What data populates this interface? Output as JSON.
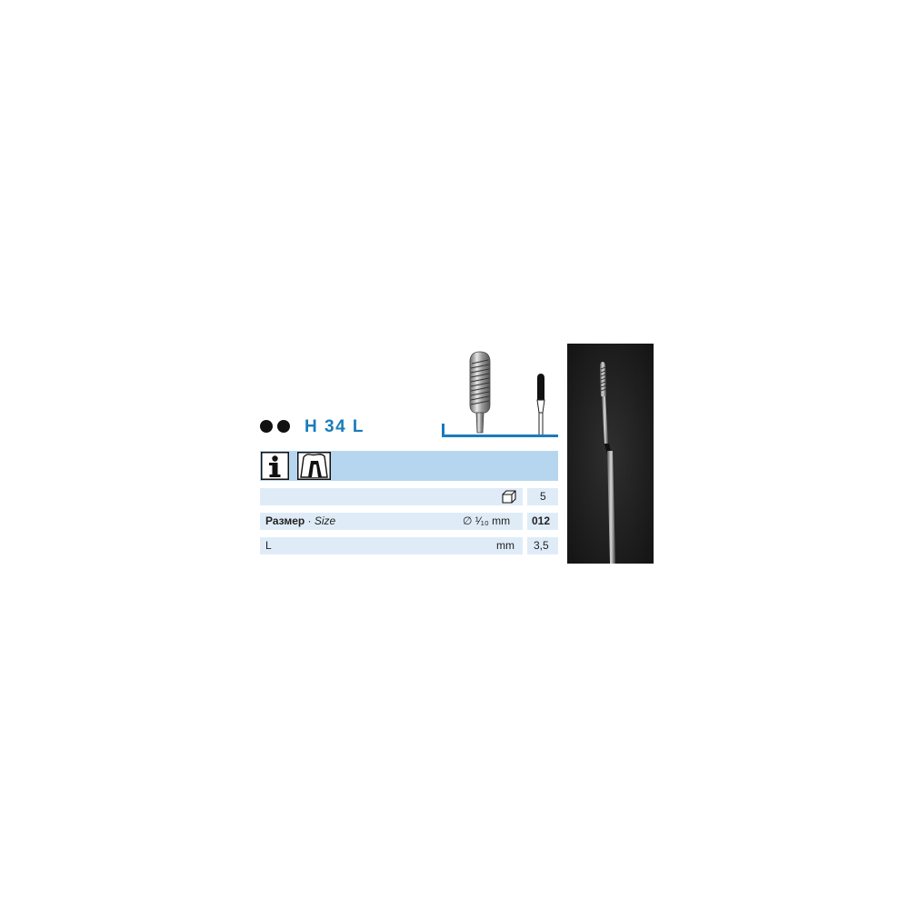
{
  "product": {
    "code": "H 34 L",
    "dot_marker_count": 2,
    "accent_color": "#1a7bbd",
    "bar_color": "#b6d6f0",
    "row_color": "#dfecf8"
  },
  "icons": {
    "info": "info-icon",
    "profile": "cross-section-profile-icon",
    "pack": "package-box-icon"
  },
  "table": {
    "pack_quantity": "5",
    "size_label_ru": "Размер",
    "size_separator": " · ",
    "size_label_en": "Size",
    "size_unit_symbol": "∅",
    "size_unit_fraction": "¹⁄₁₀",
    "size_unit_mm": "mm",
    "size_value": "012",
    "length_label": "L",
    "length_unit": "mm",
    "length_value": "3,5"
  }
}
